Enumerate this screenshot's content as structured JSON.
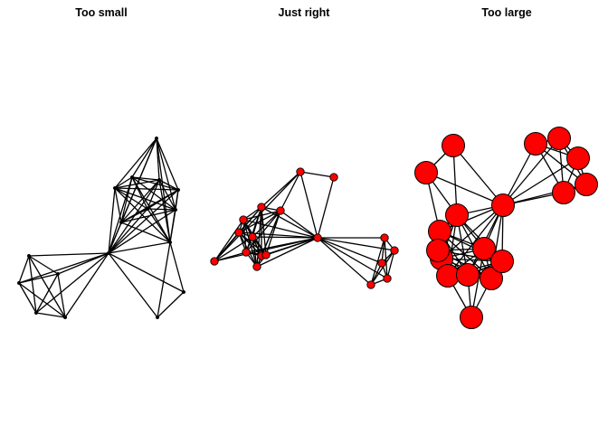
{
  "panels": [
    {
      "title": "Too small"
    },
    {
      "title": "Just right"
    },
    {
      "title": "Too large"
    }
  ],
  "style": {
    "edge_color": "#000000",
    "node_fill": "#ff0000",
    "node_stroke": "#000000"
  }
}
